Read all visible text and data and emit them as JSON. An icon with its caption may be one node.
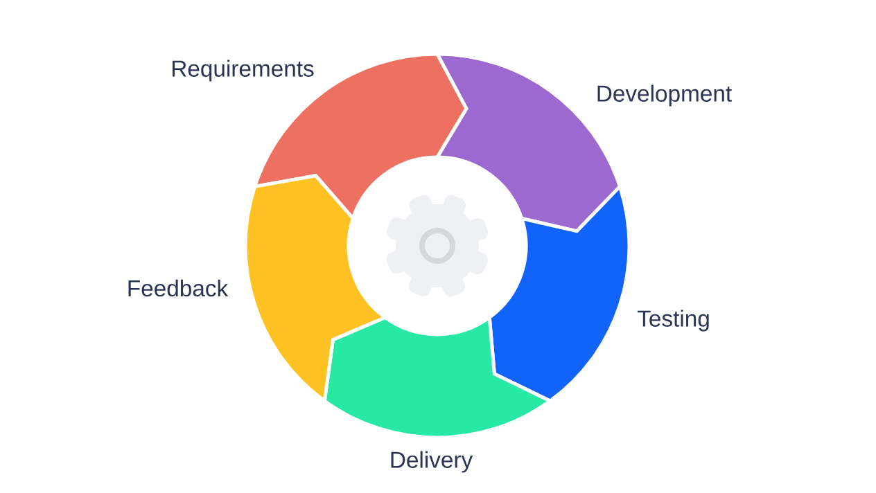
{
  "diagram": {
    "nodes": [
      {
        "text": [
          "Requirements"
        ]
      },
      {
        "text": [
          "Development"
        ]
      },
      {
        "text": [
          "Testing"
        ]
      },
      {
        "text": [
          "Delivery"
        ]
      },
      {
        "text": [
          "Feedback"
        ]
      }
    ]
  }
}
